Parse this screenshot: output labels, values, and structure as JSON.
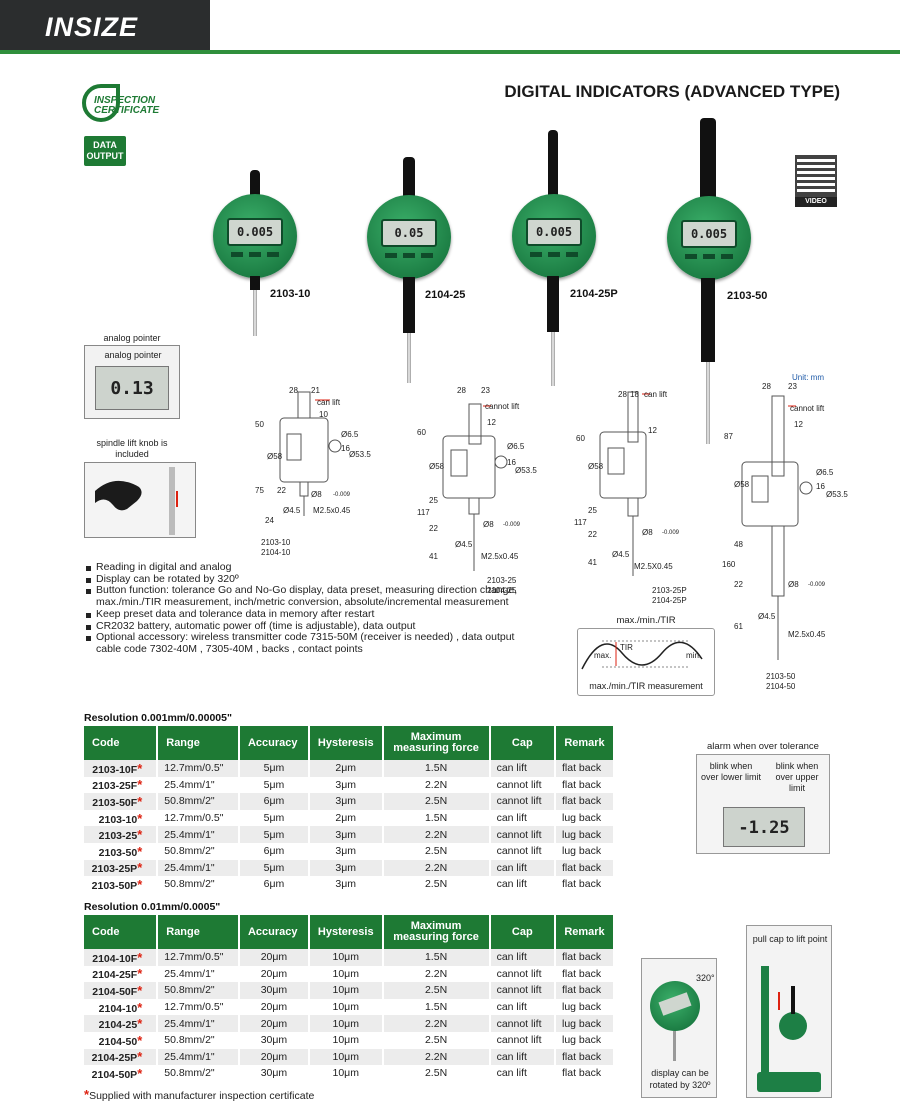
{
  "brand": "INSIZE",
  "title": "DIGITAL INDICATORS (ADVANCED TYPE)",
  "certificate": "INSPECTION CERTIFICATE",
  "certificate_line1": "INSPECTION",
  "certificate_line2": "CERTIFICATE",
  "data_output_line1": "DATA",
  "data_output_line2": "OUTPUT",
  "qr_label": "VIDEO",
  "unit": "Unit: mm",
  "indicators": [
    {
      "model": "2103-10",
      "display": "0.005"
    },
    {
      "model": "2104-25",
      "display": "0.05"
    },
    {
      "model": "2104-25P",
      "display": "0.005"
    },
    {
      "model": "2103-50",
      "display": "0.005"
    }
  ],
  "drawings": {
    "d1": {
      "models": [
        "2103-10",
        "2104-10"
      ],
      "cap": "can lift",
      "dims": [
        "28",
        "21",
        "10",
        "50",
        "75",
        "24",
        "Ø58",
        "Ø6.5",
        "16",
        "Ø53.5",
        "22",
        "Ø8",
        "-0.009",
        "Ø4.5",
        "M2.5x0.45"
      ]
    },
    "d2": {
      "models": [
        "2103-25",
        "2104-25"
      ],
      "cap": "cannot lift",
      "dims": [
        "28",
        "23",
        "12",
        "60",
        "117",
        "25",
        "22",
        "41",
        "Ø58",
        "Ø6.5",
        "16",
        "Ø53.5",
        "Ø8",
        "-0.009",
        "Ø4.5",
        "M2.5x0.45"
      ]
    },
    "d3": {
      "models": [
        "2103-25P",
        "2104-25P"
      ],
      "cap": "can lift",
      "dims": [
        "28",
        "18",
        "12",
        "60",
        "117",
        "25",
        "22",
        "41",
        "Ø58",
        "Ø8",
        "-0.009",
        "Ø4.5",
        "M2.5X0.45"
      ]
    },
    "d4": {
      "models": [
        "2103-50",
        "2104-50"
      ],
      "cap": "cannot lift",
      "dims": [
        "28",
        "23",
        "12",
        "87",
        "160",
        "48",
        "22",
        "61",
        "Ø58",
        "Ø6.5",
        "16",
        "Ø53.5",
        "Ø8",
        "-0.009",
        "Ø4.5",
        "M2.5x0.45"
      ]
    }
  },
  "thumbs": {
    "analog_title": "analog pointer",
    "analog_inner": "analog pointer",
    "analog_value": "0.13",
    "spindle_title": "spindle lift knob is included"
  },
  "features": [
    "Reading in digital and analog",
    "Display can be rotated by 320º",
    "Button function: tolerance Go and No-Go display, data preset, measuring direction change, max./min./TIR measurement, inch/metric conversion, absolute/incremental measurement",
    "Keep preset data and tolerance data in memory after restart",
    "CR2032 battery, automatic power off (time is adjustable), data output",
    "Optional accessory: wireless transmitter code 7315-50M (receiver is needed) , data output cable code 7302-40M , 7305-40M , backs , contact points"
  ],
  "maxmin": {
    "title": "max./min./TIR",
    "max": "max.",
    "tir": "TIR",
    "min": "min.",
    "caption": "max./min./TIR measurement"
  },
  "alarm": {
    "title": "alarm when over tolerance",
    "left": "blink when over lower limit",
    "right": "blink when over upper limit",
    "value": "-1.25"
  },
  "rotate": {
    "angle": "320°",
    "caption": "display can be rotated by 320º"
  },
  "pull_cap": "pull cap to lift point",
  "table_headers": [
    "Code",
    "Range",
    "Accuracy",
    "Hysteresis",
    "Maximum measuring force",
    "Cap",
    "Remark"
  ],
  "table1": {
    "title": "Resolution 0.001mm/0.00005\"",
    "rows": [
      [
        "2103-10F",
        "12.7mm/0.5\"",
        "5μm",
        "2μm",
        "1.5N",
        "can lift",
        "flat back"
      ],
      [
        "2103-25F",
        "25.4mm/1\"",
        "5μm",
        "3μm",
        "2.2N",
        "cannot lift",
        "flat back"
      ],
      [
        "2103-50F",
        "50.8mm/2\"",
        "6μm",
        "3μm",
        "2.5N",
        "cannot lift",
        "flat back"
      ],
      [
        "2103-10",
        "12.7mm/0.5\"",
        "5μm",
        "2μm",
        "1.5N",
        "can lift",
        "lug back"
      ],
      [
        "2103-25",
        "25.4mm/1\"",
        "5μm",
        "3μm",
        "2.2N",
        "cannot lift",
        "lug back"
      ],
      [
        "2103-50",
        "50.8mm/2\"",
        "6μm",
        "3μm",
        "2.5N",
        "cannot lift",
        "lug back"
      ],
      [
        "2103-25P",
        "25.4mm/1\"",
        "5μm",
        "3μm",
        "2.2N",
        "can lift",
        "flat back"
      ],
      [
        "2103-50P",
        "50.8mm/2\"",
        "6μm",
        "3μm",
        "2.5N",
        "can lift",
        "flat back"
      ]
    ]
  },
  "table2": {
    "title": "Resolution 0.01mm/0.0005\"",
    "rows": [
      [
        "2104-10F",
        "12.7mm/0.5\"",
        "20μm",
        "10μm",
        "1.5N",
        "can lift",
        "flat back"
      ],
      [
        "2104-25F",
        "25.4mm/1\"",
        "20μm",
        "10μm",
        "2.2N",
        "cannot lift",
        "flat back"
      ],
      [
        "2104-50F",
        "50.8mm/2\"",
        "30μm",
        "10μm",
        "2.5N",
        "cannot lift",
        "flat back"
      ],
      [
        "2104-10",
        "12.7mm/0.5\"",
        "20μm",
        "10μm",
        "1.5N",
        "can lift",
        "lug back"
      ],
      [
        "2104-25",
        "25.4mm/1\"",
        "20μm",
        "10μm",
        "2.2N",
        "cannot lift",
        "lug back"
      ],
      [
        "2104-50",
        "50.8mm/2\"",
        "30μm",
        "10μm",
        "2.5N",
        "cannot lift",
        "lug back"
      ],
      [
        "2104-25P",
        "25.4mm/1\"",
        "20μm",
        "10μm",
        "2.2N",
        "can lift",
        "flat back"
      ],
      [
        "2104-50P",
        "50.8mm/2\"",
        "30μm",
        "10μm",
        "2.5N",
        "can lift",
        "flat back"
      ]
    ]
  },
  "footnote_star": "*",
  "footnote": "Supplied with manufacturer inspection certificate",
  "colors": {
    "brand_green": "#1e7a34",
    "star_red": "#dd2211"
  }
}
